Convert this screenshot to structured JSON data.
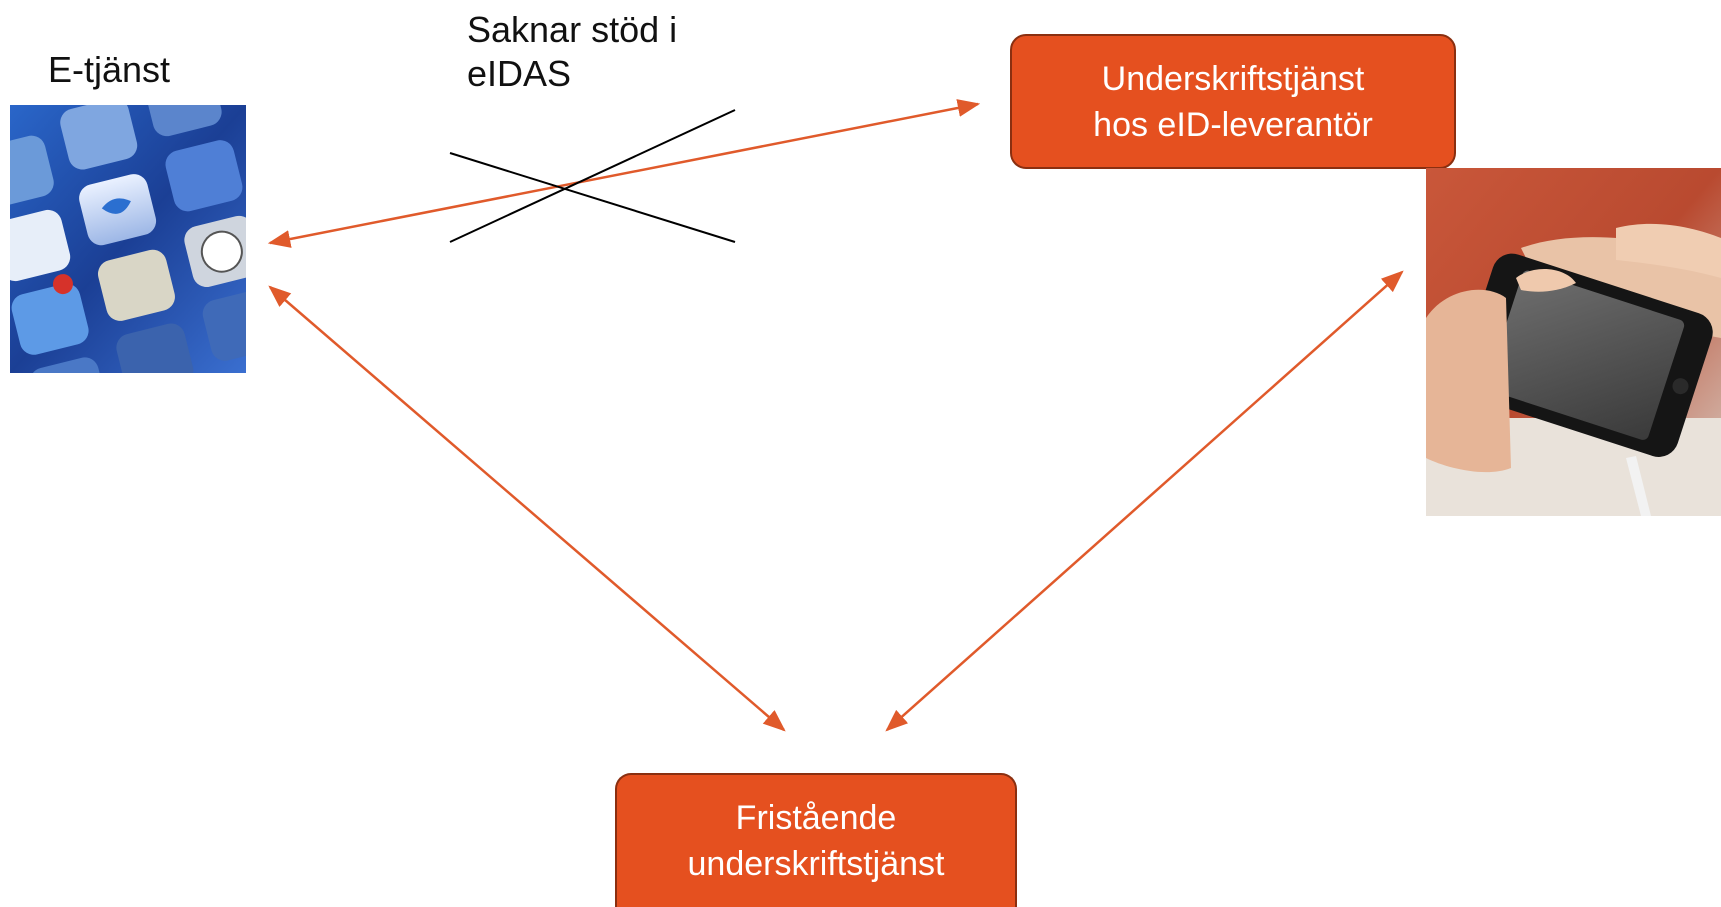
{
  "nodes": {
    "e_service": {
      "label": "E-tjänst",
      "icon": "app-icons-photo"
    },
    "provider_signing": {
      "line1": "Underskriftstjänst",
      "line2": "hos eID-leverantör"
    },
    "standalone_signing": {
      "line1": "Fristående",
      "line2": "underskriftstjänst"
    },
    "user_device": {
      "icon": "hand-holding-phone-photo"
    }
  },
  "blocked_link": {
    "label_line1": "Saknar stöd i",
    "label_line2": "eIDAS"
  },
  "colors": {
    "accent": "#e5501f",
    "arrow": "#e05a2b",
    "cross": "#000000"
  }
}
